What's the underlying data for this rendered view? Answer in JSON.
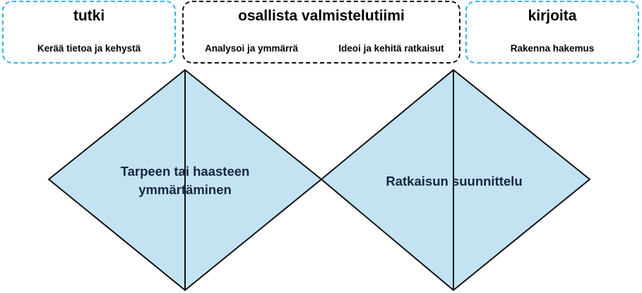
{
  "phases": [
    {
      "title": "tutki",
      "items": [
        "Kerää tietoa ja kehystä"
      ]
    },
    {
      "title": "osallista valmistelutiimi",
      "items": [
        "Analysoi ja ymmärrä",
        "Ideoi ja kehitä ratkaisut"
      ]
    },
    {
      "title": "kirjoita",
      "items": [
        "Rakenna hakemus"
      ]
    }
  ],
  "diamonds": [
    {
      "label_line1": "Tarpeen tai haasteen",
      "label_line2": "ymmärtäminen"
    },
    {
      "label": "Ratkaisun suunnittelu"
    }
  ],
  "colors": {
    "diamond_fill": "#c3e3f3",
    "diamond_stroke": "#111111",
    "dashed_cyan": "#35b0e6",
    "dashed_black": "#111111",
    "label_color": "#17263e"
  }
}
